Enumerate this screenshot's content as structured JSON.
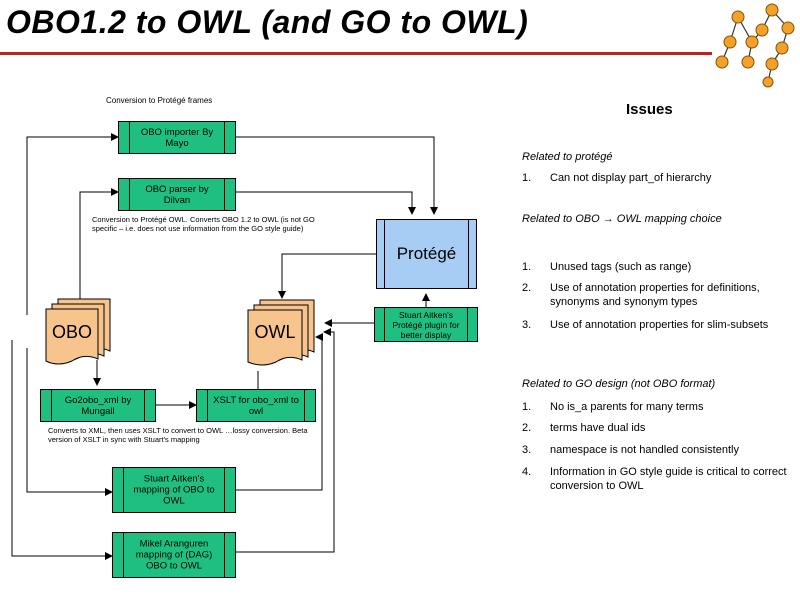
{
  "slide": {
    "title": "OBO1.2 to OWL (and GO to OWL)"
  },
  "diagram": {
    "label_protege_frames": "Conversion to Protégé frames",
    "obo_importer": "OBO importer By Mayo",
    "obo_parser": "OBO parser by Dilvan",
    "note_parser": "Conversion to Protégé OWL. Converts OBO 1.2 to OWL (is not GO specific – i.e. does not use information from the GO style guide)",
    "protege": "Protégé",
    "obo_doc": "OBO",
    "owl_doc": "OWL",
    "stuart_plugin": "Stuart Aitken's Protégé plugin for better display",
    "go2obo": "Go2obo_xml by Mungall",
    "xslt": "XSLT for obo_xml to owl",
    "note_xml": "Converts to XML, then uses XSLT to convert to OWL …lossy conversion. Beta version of XSLT in sync with Stuart's mapping",
    "stuart_mapping": "Stuart Aitken's mapping of OBO to OWL",
    "mikel_mapping": "Mikel Aranguren mapping of (DAG) OBO to OWL",
    "colors": {
      "process_box": "#1fc07f",
      "protege_box": "#a7cdf4",
      "document": "#f7c48d"
    }
  },
  "issues": {
    "title": "Issues",
    "sections": [
      {
        "heading": "Related to protégé",
        "items": [
          {
            "num": "1.",
            "text": "Can not display part_of hierarchy"
          }
        ]
      },
      {
        "heading": "Related to OBO → OWL mapping choice",
        "items": [
          {
            "num": "1.",
            "text": "Unused tags (such as range)"
          },
          {
            "num": "2.",
            "text": "Use of annotation properties for definitions, synonyms and synonym types"
          },
          {
            "num": "3.",
            "text": "Use of annotation properties for slim-subsets"
          }
        ]
      },
      {
        "heading": "Related to GO design (not OBO format)",
        "items": [
          {
            "num": "1.",
            "text": "No is_a parents for many terms"
          },
          {
            "num": "2.",
            "text": "terms have dual ids"
          },
          {
            "num": "3.",
            "text": "namespace is not handled consistently"
          },
          {
            "num": "4.",
            "text": "Information in GO style guide is critical to correct conversion to OWL"
          }
        ]
      }
    ]
  }
}
